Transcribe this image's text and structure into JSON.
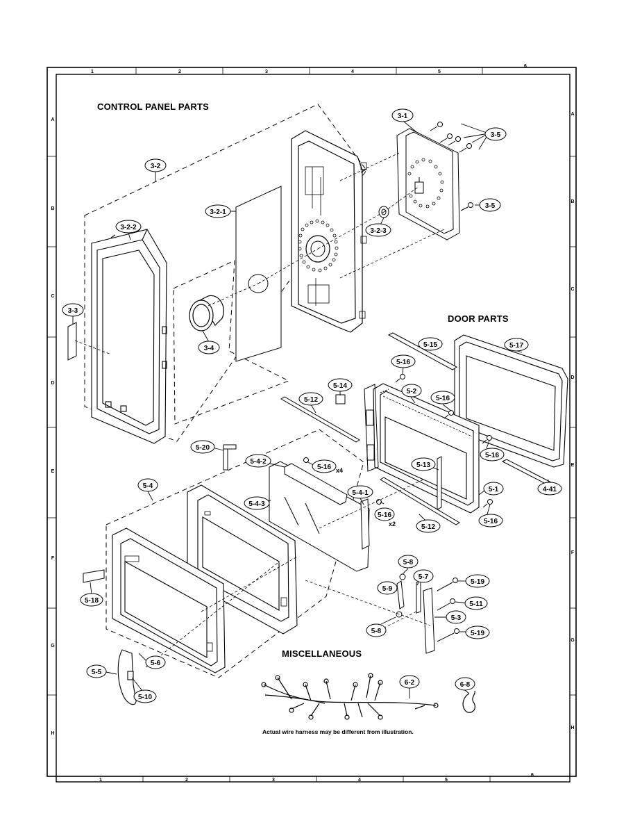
{
  "sections": {
    "control_panel": "CONTROL PANEL PARTS",
    "door": "DOOR PARTS",
    "misc": "MISCELLANEOUS"
  },
  "note": "Actual wire harness may be different from illustration.",
  "grid": {
    "columns": [
      "1",
      "2",
      "3",
      "4",
      "5",
      "6"
    ],
    "rows": [
      "A",
      "B",
      "C",
      "D",
      "E",
      "F",
      "G",
      "H"
    ]
  },
  "parts": {
    "p3_1": "3-1",
    "p3_2": "3-2",
    "p3_2_1": "3-2-1",
    "p3_2_2": "3-2-2",
    "p3_2_3": "3-2-3",
    "p3_3": "3-3",
    "p3_4": "3-4",
    "p3_5a": "3-5",
    "p3_5b": "3-5",
    "p4_41": "4-41",
    "p5_1": "5-1",
    "p5_2": "5-2",
    "p5_3": "5-3",
    "p5_4": "5-4",
    "p5_4_1": "5-4-1",
    "p5_4_2": "5-4-2",
    "p5_4_3": "5-4-3",
    "p5_5": "5-5",
    "p5_6": "5-6",
    "p5_7": "5-7",
    "p5_8a": "5-8",
    "p5_8b": "5-8",
    "p5_9": "5-9",
    "p5_10": "5-10",
    "p5_11": "5-11",
    "p5_12a": "5-12",
    "p5_12b": "5-12",
    "p5_13": "5-13",
    "p5_14": "5-14",
    "p5_15": "5-15",
    "p5_16a": "5-16",
    "p5_16b": "5-16",
    "p5_16c": "5-16",
    "p5_16d": "5-16",
    "p5_16e": "5-16",
    "p5_16f": "5-16",
    "p5_17": "5-17",
    "p5_18": "5-18",
    "p5_19a": "5-19",
    "p5_19b": "5-19",
    "p5_20": "5-20",
    "p6_2": "6-2",
    "p6_8": "6-8"
  },
  "qty": {
    "x4": "x4",
    "x2": "x2"
  }
}
